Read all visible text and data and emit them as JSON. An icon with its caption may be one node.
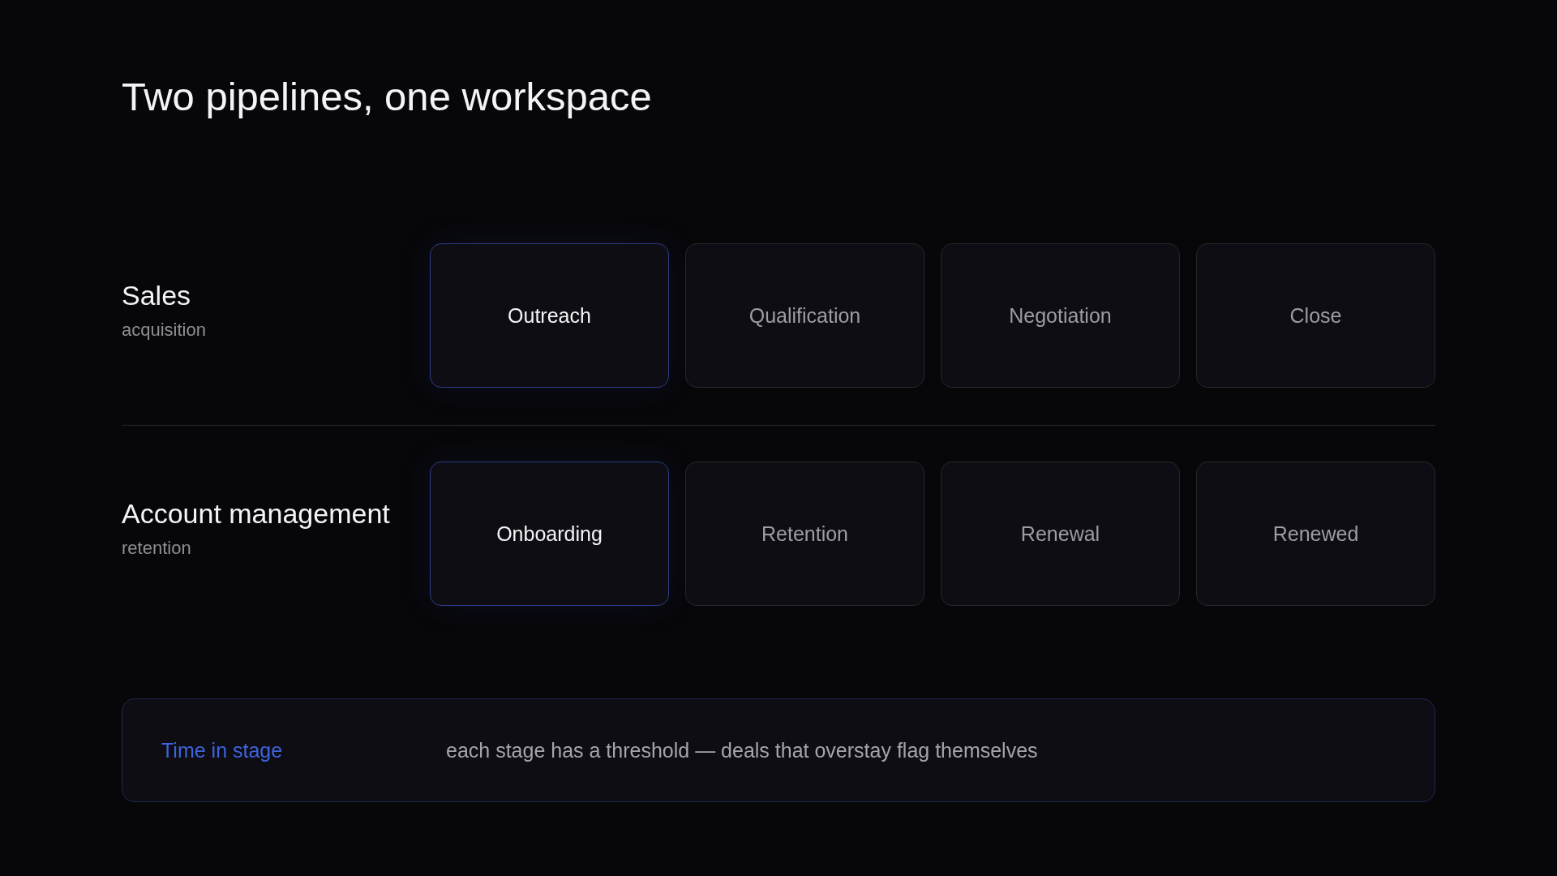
{
  "diagram": {
    "title": "Two pipelines, one workspace",
    "nodes": [
      {
        "text": [
          "Outreach"
        ]
      },
      {
        "text": [
          "Qualification"
        ]
      },
      {
        "text": [
          "Negotiation"
        ]
      },
      {
        "text": [
          "Close"
        ]
      },
      {
        "text": [
          "Onboarding"
        ]
      },
      {
        "text": [
          "Retention"
        ]
      },
      {
        "text": [
          "Renewal"
        ]
      },
      {
        "text": [
          "Renewed"
        ]
      },
      {
        "text": [
          "Time in stage",
          "each stage has a threshold — deals that overstay flag themselves"
        ]
      }
    ],
    "labels": [
      "Sales",
      "acquisition",
      "Account management",
      "retention"
    ]
  }
}
